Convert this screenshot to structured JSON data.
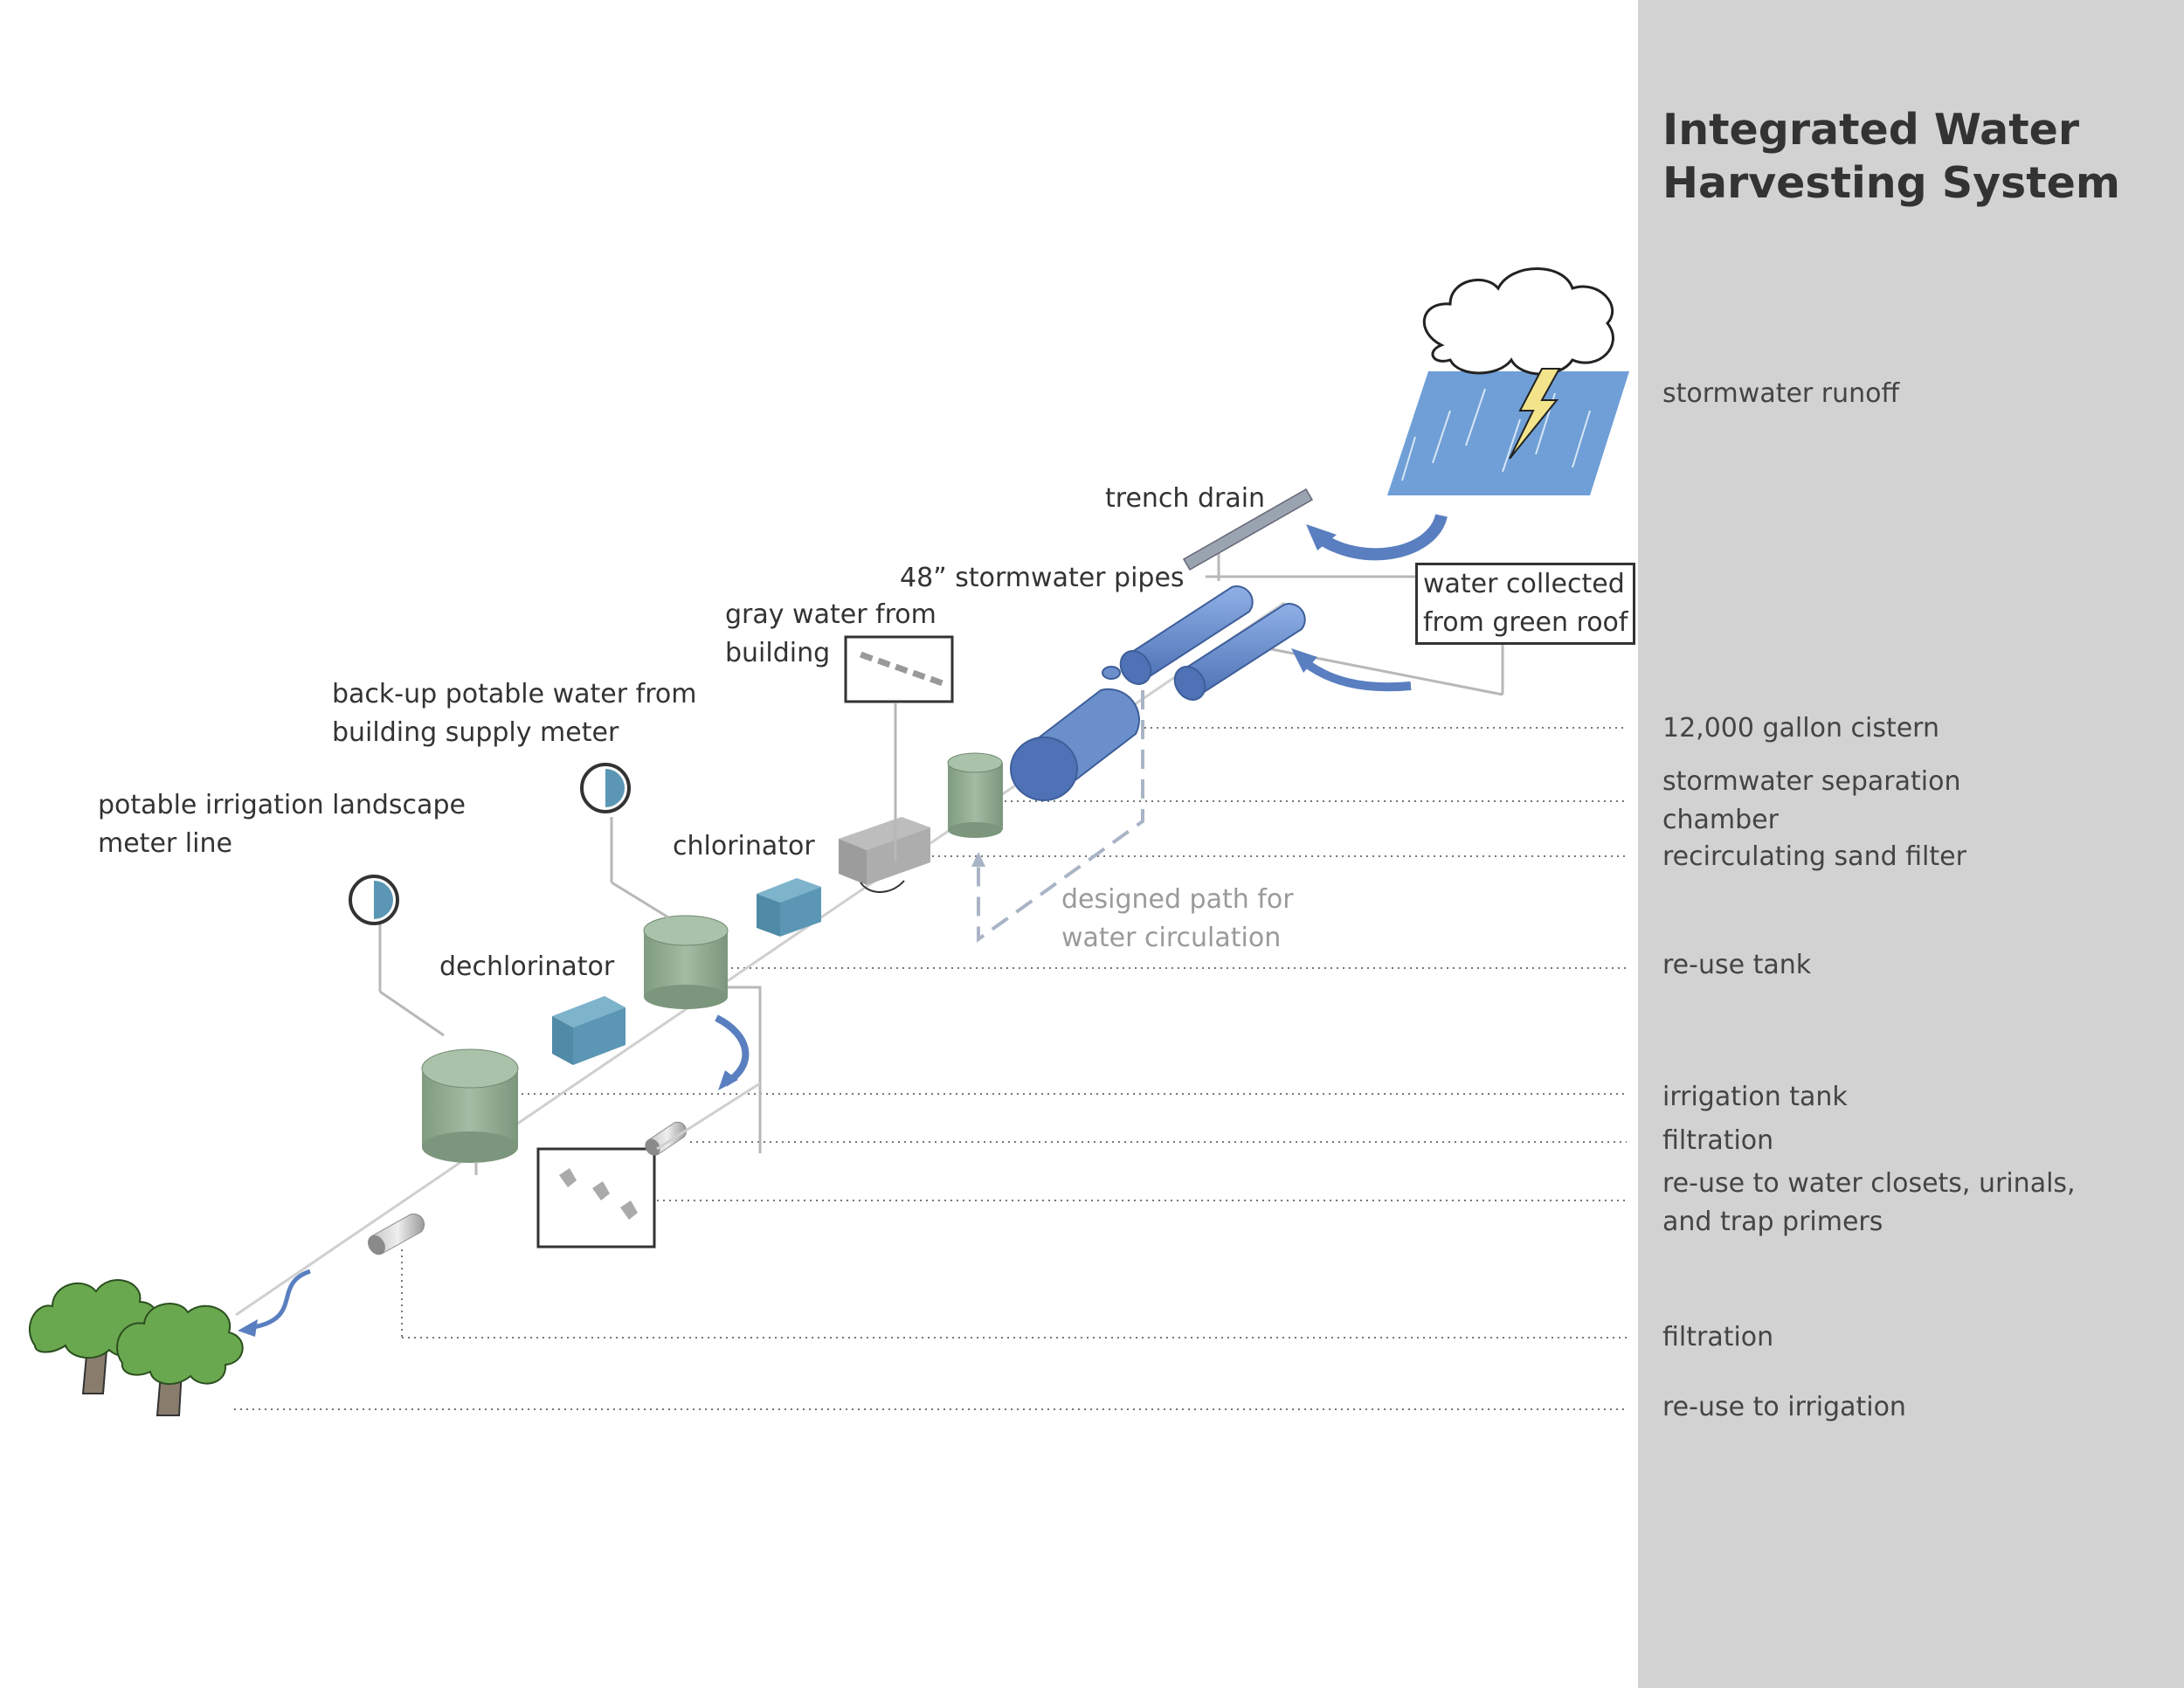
{
  "title": "Integrated Water\nHarvesting System",
  "side_labels": {
    "stormwater_runoff": "stormwater runoff",
    "cistern": "12,000 gallon cistern",
    "separation_chamber": "stormwater separation\nchamber",
    "sand_filter": "recirculating sand filter",
    "reuse_tank": "re-use tank",
    "irrigation_tank": "irrigation tank",
    "filtration_1": "filtration",
    "reuse_closets": "re-use to water closets, urinals,\nand trap primers",
    "filtration_2": "filtration",
    "reuse_irrigation": "re-use to irrigation"
  },
  "labels": {
    "trench_drain": "trench drain",
    "stormwater_pipes": "48” stormwater pipes",
    "green_roof": "water collected\nfrom green roof",
    "gray_water": "gray water from\nbuilding",
    "backup_potable": "back-up potable water from\nbuilding supply meter",
    "potable_irrigation": "potable irrigation landscape\nmeter line",
    "chlorinator": "chlorinator",
    "dechlorinator": "dechlorinator",
    "designed_path": "designed path for\nwater circulation"
  },
  "colors": {
    "sidebar": "#d2d2d2",
    "tank_green": "#8fa98f",
    "filter_blue": "#5b97b4",
    "pipe_blue": "#6a8fcb",
    "arrow_blue": "#5a7fc0",
    "rain_blue": "#6f9fd6",
    "bolt_yellow": "#f3e38a",
    "tree_green": "#6aa84f"
  },
  "icons": {
    "cloud": "storm-cloud-icon",
    "tree": "tree-icon",
    "meter": "meter-gauge-icon"
  }
}
